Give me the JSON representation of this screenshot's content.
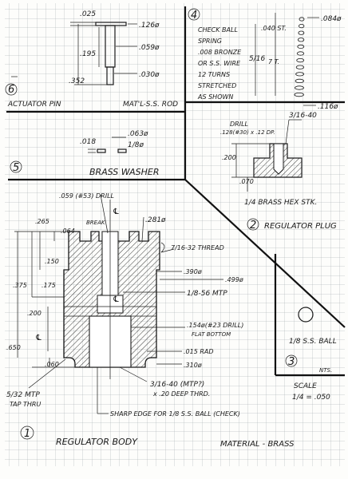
{
  "actuator_pin": {
    "number": "6",
    "title": "ACTUATOR PIN",
    "material": "MAT'L-S.S. ROD",
    "dim_head_thk": ".025",
    "dim_head_dia": ".126ø",
    "dim_shank_len": ".195",
    "dim_shank_dia": ".059ø",
    "dim_tip_dia": ".030ø",
    "dim_overall": ".352"
  },
  "check_spring": {
    "number": "4",
    "text_lines": [
      "CHECK BALL",
      "SPRING",
      ".008 BRONZE",
      "OR S.S. WIRE",
      "12 TURNS",
      "STRETCHED",
      "AS SHOWN"
    ],
    "dim_top": ".040 ST.",
    "dim_length": "5/16",
    "dim_turns": "7 T.",
    "dim_wire_top": ".084ø",
    "dim_coil_bottom": ".116ø"
  },
  "brass_washer": {
    "number": "5",
    "title": "BRASS WASHER",
    "dim_thk": ".018",
    "dim_od": ".063ø",
    "dim_id": "1/8ø"
  },
  "regulator_plug": {
    "number": "2",
    "title": "REGULATOR PLUG",
    "thread": "3/16-40",
    "drill_note": "DRILL",
    "drill_size": ".128(#30) x .12 DP.",
    "dim_height": ".200",
    "dim_flange": ".070",
    "stock": "1/4 BRASS HEX STK."
  },
  "regulator_body": {
    "number": "1",
    "title": "REGULATOR BODY",
    "material": "MATERIAL - BRASS",
    "drill_top": ".059 (#53) DRILL",
    "break_note": "BREAK",
    "dim_top_dia": ".281ø",
    "dim_265": ".265",
    "dim_064": ".064",
    "thread_top": "7/16-32 THREAD",
    "dim_150": ".150",
    "dim_390": ".390ø",
    "dim_499": ".499ø",
    "dim_375": ".375",
    "dim_175": ".175",
    "mtp_mid": "1/8-56 MTP",
    "dim_200": ".200",
    "dim_650": ".650",
    "bore_note_1": ".154ø(#23 DRILL)",
    "bore_note_2": "FLAT BOTTOM",
    "dim_rad": ".015 RAD",
    "dim_310": ".310ø",
    "dim_060": ".060",
    "bottom_thread_1": "3/16-40 (MTP?)",
    "bottom_thread_2": "x .20 DEEP THRD.",
    "left_tap_1": "5/32 MTP",
    "left_tap_2": "TAP THRU",
    "sharp_edge": "SHARP EDGE FOR 1/8 S.S. BALL (CHECK)",
    "centerline": "℄"
  },
  "ss_ball": {
    "number": "3",
    "label": "1/8 S.S. BALL",
    "nts": "NTS.",
    "scale_label": "SCALE",
    "scale_value": "1/4 = .050"
  }
}
